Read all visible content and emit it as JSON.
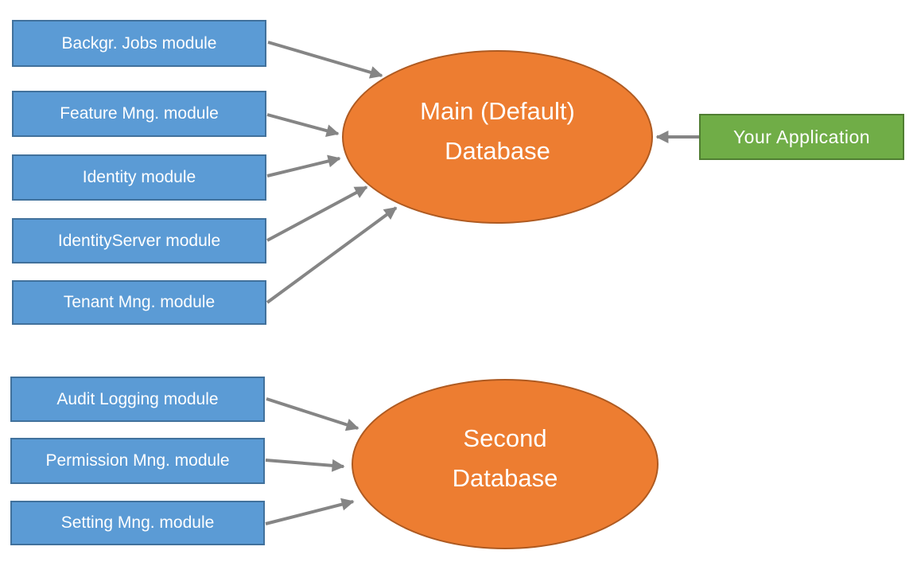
{
  "colors": {
    "canvas_bg": "#FFFFFF",
    "module_fill": "#5B9BD5",
    "module_border": "#41719C",
    "database_fill": "#ED7D31",
    "database_border": "#AE5A21",
    "app_fill": "#70AD47",
    "app_border": "#507E32",
    "arrow_color": "#858585",
    "label_text": "#FFFFFF"
  },
  "modules": [
    {
      "label": "Backgr. Jobs module"
    },
    {
      "label": "Feature Mng. module"
    },
    {
      "label": "Identity module"
    },
    {
      "label": "IdentityServer module"
    },
    {
      "label": "Tenant Mng. module"
    },
    {
      "label": "Audit Logging module"
    },
    {
      "label": "Permission Mng. module"
    },
    {
      "label": "Setting Mng. module"
    }
  ],
  "databases": [
    {
      "line1": "Main (Default)",
      "line2": "Database"
    },
    {
      "line1": "Second",
      "line2": "Database"
    }
  ],
  "application": {
    "label": "Your Application"
  },
  "connections": [
    {
      "from": "Backgr. Jobs module",
      "to": "Main (Default) Database"
    },
    {
      "from": "Feature Mng. module",
      "to": "Main (Default) Database"
    },
    {
      "from": "Identity module",
      "to": "Main (Default) Database"
    },
    {
      "from": "IdentityServer module",
      "to": "Main (Default) Database"
    },
    {
      "from": "Tenant Mng. module",
      "to": "Main (Default) Database"
    },
    {
      "from": "Your Application",
      "to": "Main (Default) Database"
    },
    {
      "from": "Audit Logging module",
      "to": "Second Database"
    },
    {
      "from": "Permission Mng. module",
      "to": "Second Database"
    },
    {
      "from": "Setting Mng. module",
      "to": "Second Database"
    }
  ]
}
